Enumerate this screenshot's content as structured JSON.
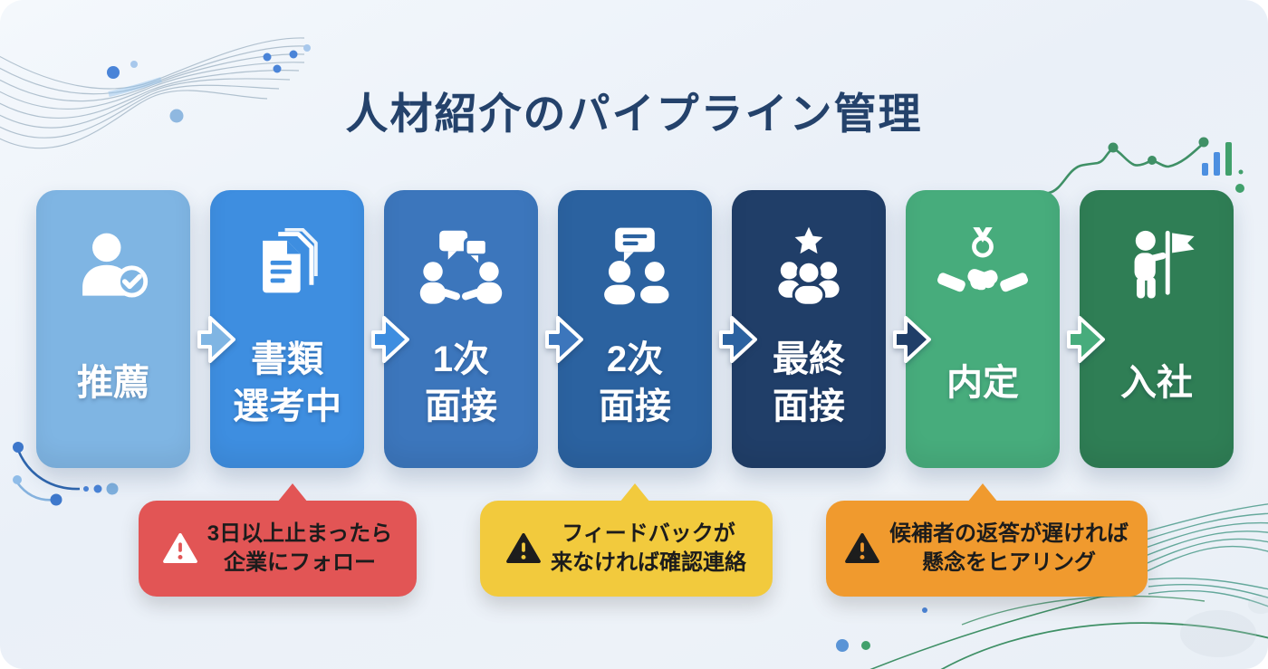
{
  "title": "人材紹介のパイプライン管理",
  "colors": {
    "background_top": "#f4f8fc",
    "background_bottom": "#e9eff6",
    "title_text": "#24426B",
    "stage_text": "#FFFFFF",
    "callout_text": "#1c1c1c"
  },
  "stages": [
    {
      "name": "推薦",
      "line1": "推薦",
      "line2": "",
      "color": "#7FB5E3",
      "icon": "person-check-icon"
    },
    {
      "name": "書類選考中",
      "line1": "書類",
      "line2": "選考中",
      "color": "#3E8EE0",
      "icon": "documents-icon"
    },
    {
      "name": "1次面接",
      "line1": "1次",
      "line2": "面接",
      "color": "#3C76BC",
      "icon": "first-interview-icon"
    },
    {
      "name": "2次面接",
      "line1": "2次",
      "line2": "面接",
      "color": "#2B62A0",
      "icon": "second-interview-icon"
    },
    {
      "name": "最終面接",
      "line1": "最終",
      "line2": "面接",
      "color": "#203E68",
      "icon": "final-interview-icon"
    },
    {
      "name": "内定",
      "line1": "内定",
      "line2": "",
      "color": "#47AC7C",
      "icon": "offer-handshake-icon"
    },
    {
      "name": "入社",
      "line1": "入社",
      "line2": "",
      "color": "#2F7E55",
      "icon": "joining-flag-icon"
    }
  ],
  "callouts": [
    {
      "line1": "3日以上止まったら",
      "line2": "企業にフォロー",
      "color": "#E25555",
      "warning_icon_color": "#FFFFFF",
      "anchor_stage": "書類選考中"
    },
    {
      "line1": "フィードバックが",
      "line2": "来なければ確認連絡",
      "color": "#F2CA3D",
      "warning_icon_color": "#1D1D1D",
      "anchor_stage": "2次面接"
    },
    {
      "line1": "候補者の返答が遅ければ",
      "line2": "懸念をヒアリング",
      "color": "#F09A2E",
      "warning_icon_color": "#1D1D1D",
      "anchor_stage": "内定"
    }
  ],
  "decorations": [
    "wave-lines-top-left",
    "scatter-dots-top-left",
    "growth-chart-top-right",
    "bar-chart-top-right",
    "curve-dots-bottom-left",
    "wave-lines-bottom-right",
    "arc-lines-bottom-right",
    "scatter-dots-bottom",
    "watermark-bottom-right"
  ]
}
